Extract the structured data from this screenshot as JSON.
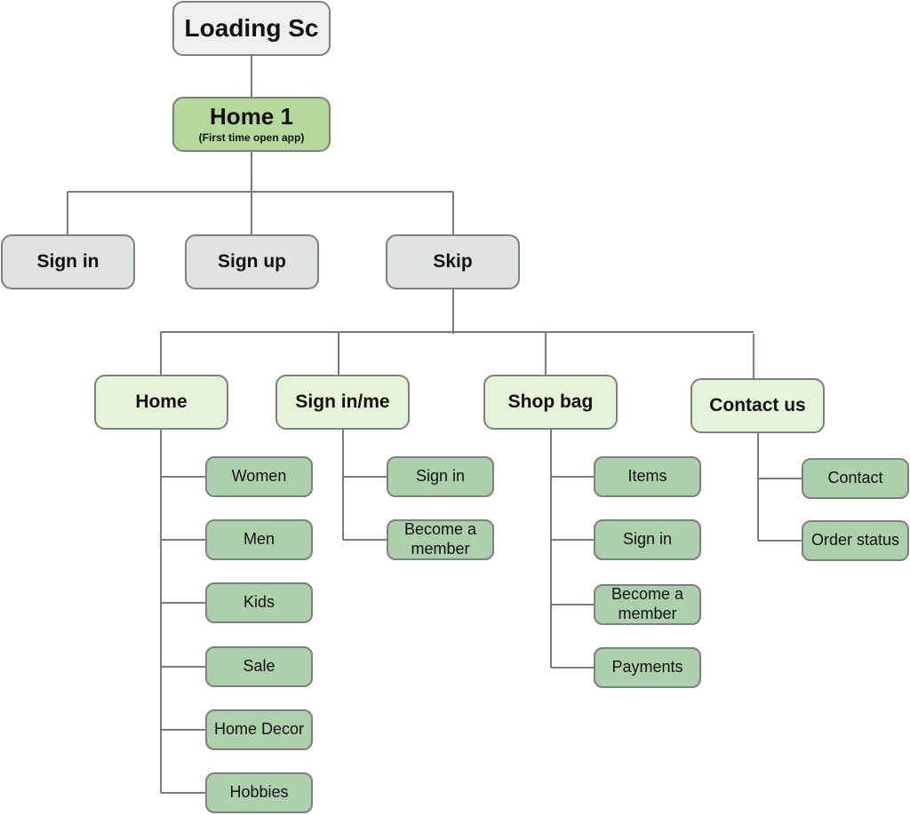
{
  "root": {
    "label": "Loading Sc"
  },
  "home1": {
    "title": "Home 1",
    "subtitle": "(First time open app)"
  },
  "level1": [
    "Sign in",
    "Sign up",
    "Skip"
  ],
  "sections": [
    {
      "label": "Home",
      "children": [
        "Women",
        "Men",
        "Kids",
        "Sale",
        "Home Decor",
        "Hobbies"
      ]
    },
    {
      "label": "Sign in/me",
      "children": [
        "Sign in",
        "Become a member"
      ]
    },
    {
      "label": "Shop bag",
      "children": [
        "Items",
        "Sign in",
        "Become a member",
        "Payments"
      ]
    },
    {
      "label": "Contact us",
      "children": [
        "Contact",
        "Order status"
      ]
    }
  ],
  "colors": {
    "root_fill": "#efefef",
    "home1_fill": "#b5d99c",
    "level1_fill": "#dfe2e3",
    "section_fill": "#e4f4d8",
    "leaf_fill": "#add0ac",
    "connector": "#7a7a7a"
  }
}
